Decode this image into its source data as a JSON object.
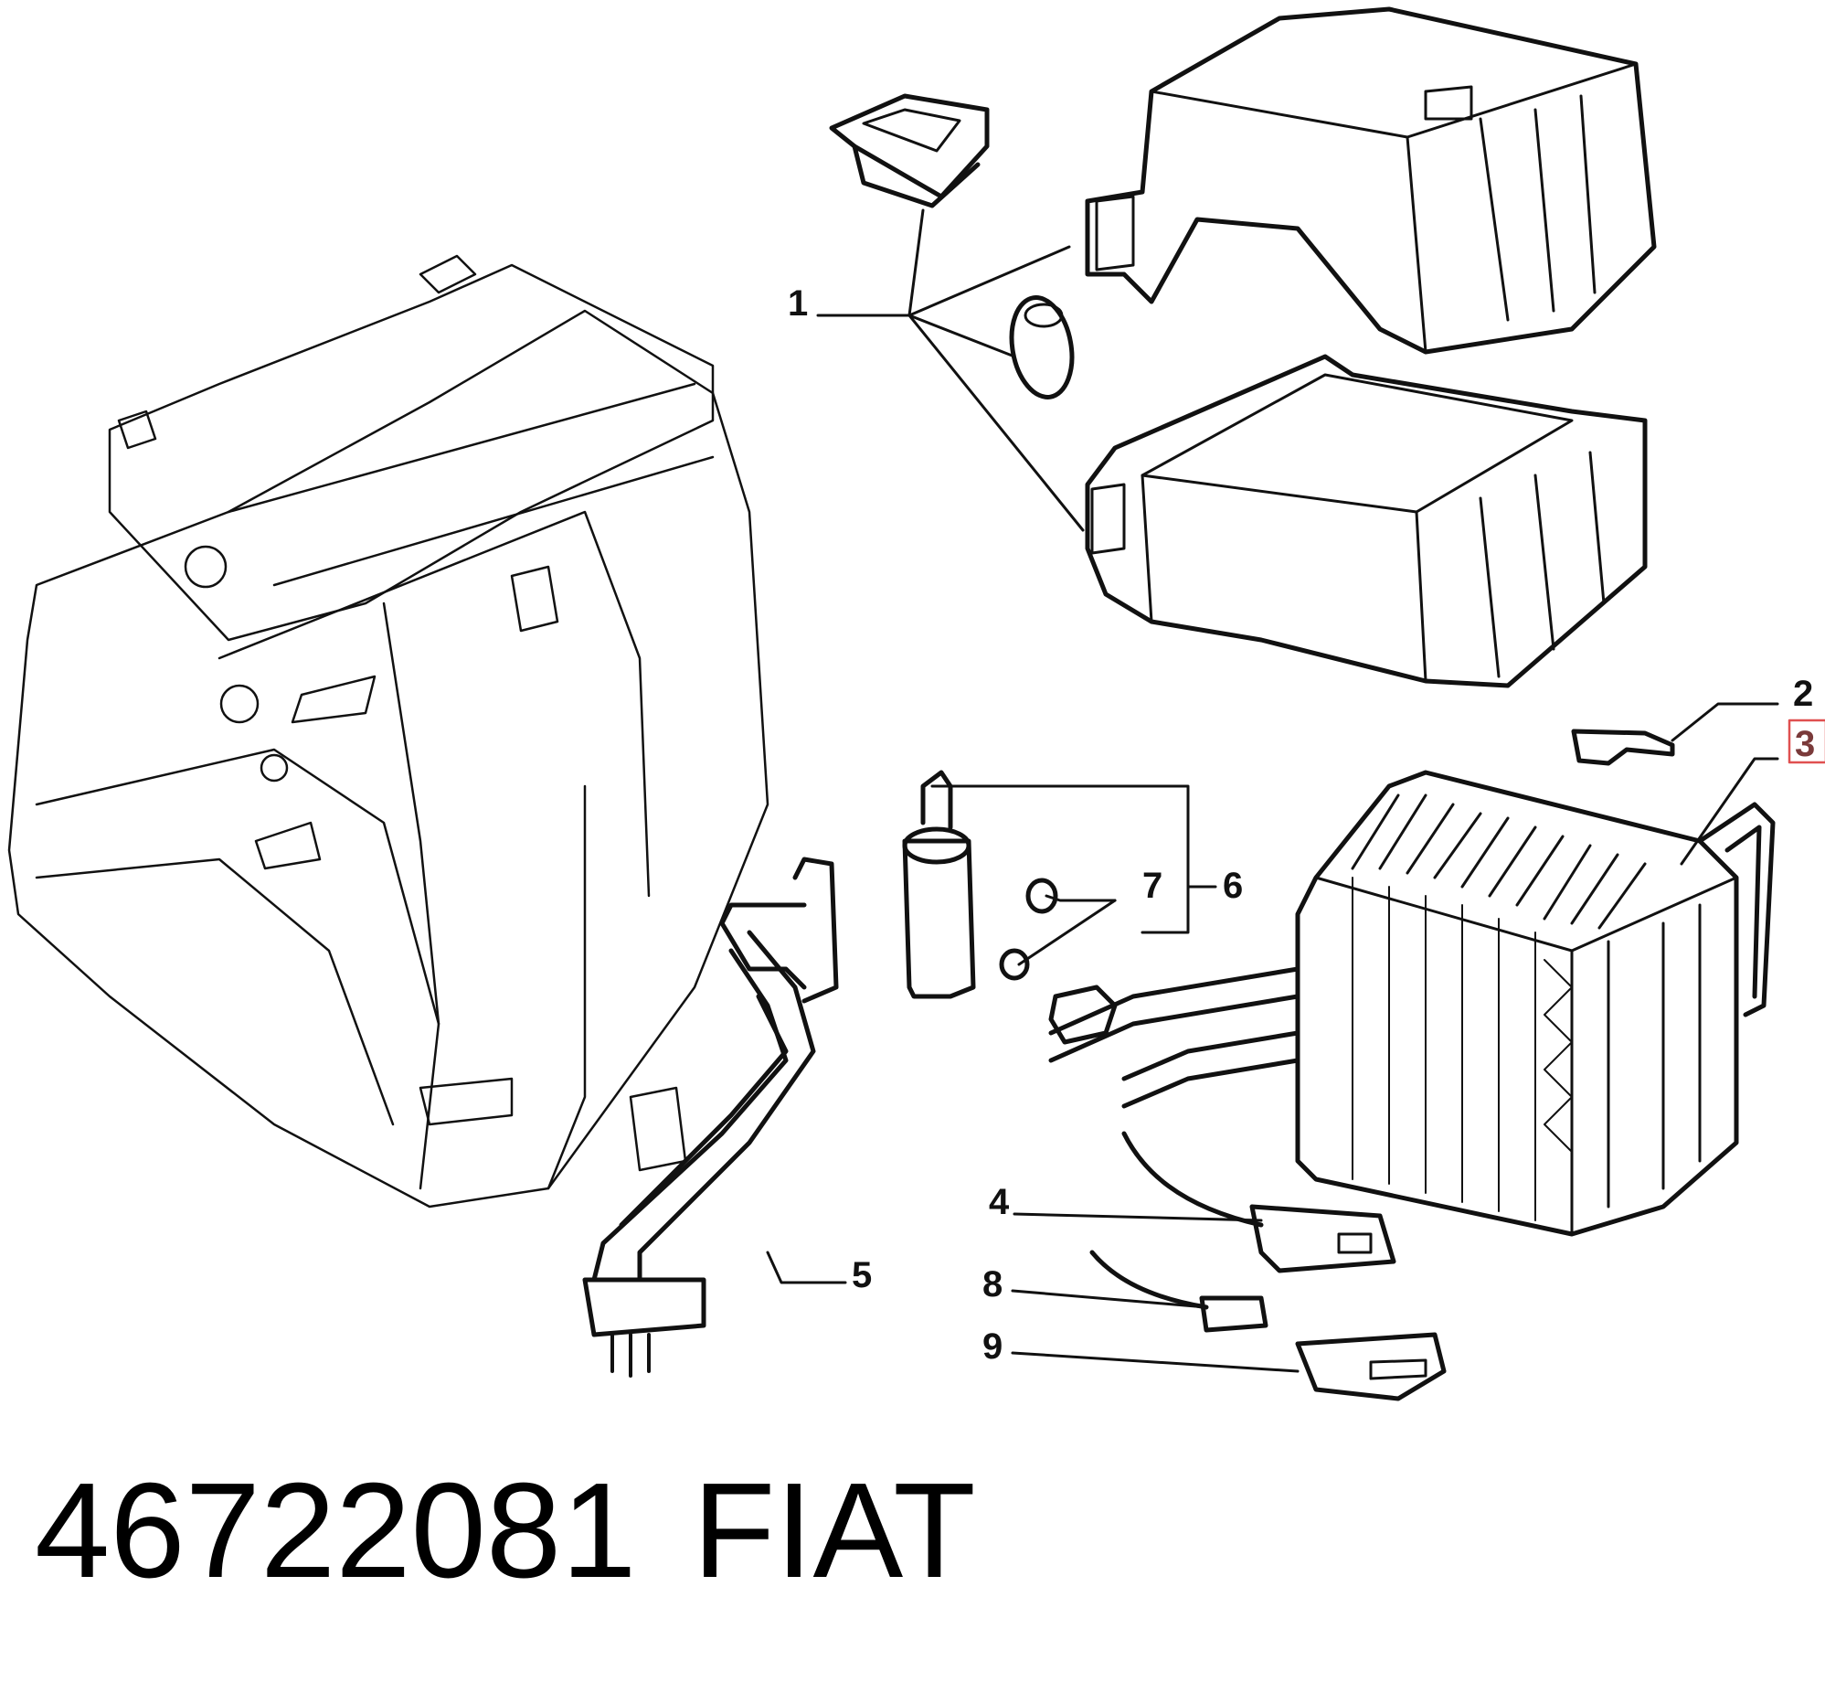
{
  "diagram": {
    "callouts": [
      {
        "id": "1",
        "label": "1"
      },
      {
        "id": "2",
        "label": "2"
      },
      {
        "id": "3",
        "label": "3",
        "highlighted": true
      },
      {
        "id": "4",
        "label": "4"
      },
      {
        "id": "5",
        "label": "5"
      },
      {
        "id": "6",
        "label": "6"
      },
      {
        "id": "7",
        "label": "7"
      },
      {
        "id": "8",
        "label": "8"
      },
      {
        "id": "9",
        "label": "9"
      }
    ],
    "highlight_color": "#e05050"
  },
  "footer": {
    "part_number": "46722081",
    "brand": "FIAT"
  }
}
